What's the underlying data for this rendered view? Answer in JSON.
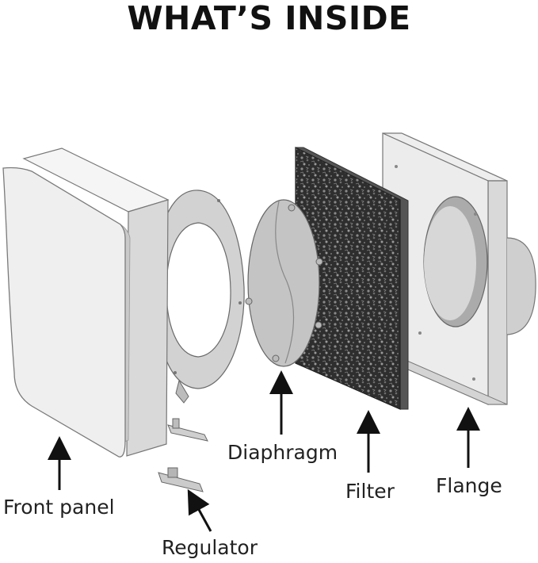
{
  "title": "WHAT’S INSIDE",
  "labels": {
    "front_panel": "Front panel",
    "regulator": "Regulator",
    "diaphragm": "Diaphragm",
    "filter": "Filter",
    "flange": "Flange"
  }
}
